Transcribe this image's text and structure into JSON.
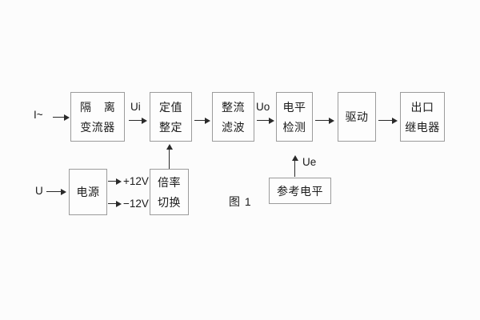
{
  "diagram": {
    "caption": "图 1",
    "blocks": {
      "isolation": {
        "line1": "隔 离",
        "line2": "变流器"
      },
      "setting": {
        "line1": "定值",
        "line2": "整定"
      },
      "rectify": {
        "line1": "整流",
        "line2": "滤波"
      },
      "level": {
        "line1": "电平",
        "line2": "检测"
      },
      "drive": {
        "line1": "驱动"
      },
      "output": {
        "line1": "出口",
        "line2": "继电器"
      },
      "power": {
        "line1": "电源"
      },
      "multiplier": {
        "line1": "倍率",
        "line2": "切换"
      },
      "reference": {
        "line1": "参考电平"
      }
    },
    "signals": {
      "input_current": "I~",
      "input_voltage": "U",
      "ui": "Ui",
      "uo": "Uo",
      "ue": "Ue",
      "rail_pos": "+12V",
      "rail_neg": "−12V"
    }
  }
}
